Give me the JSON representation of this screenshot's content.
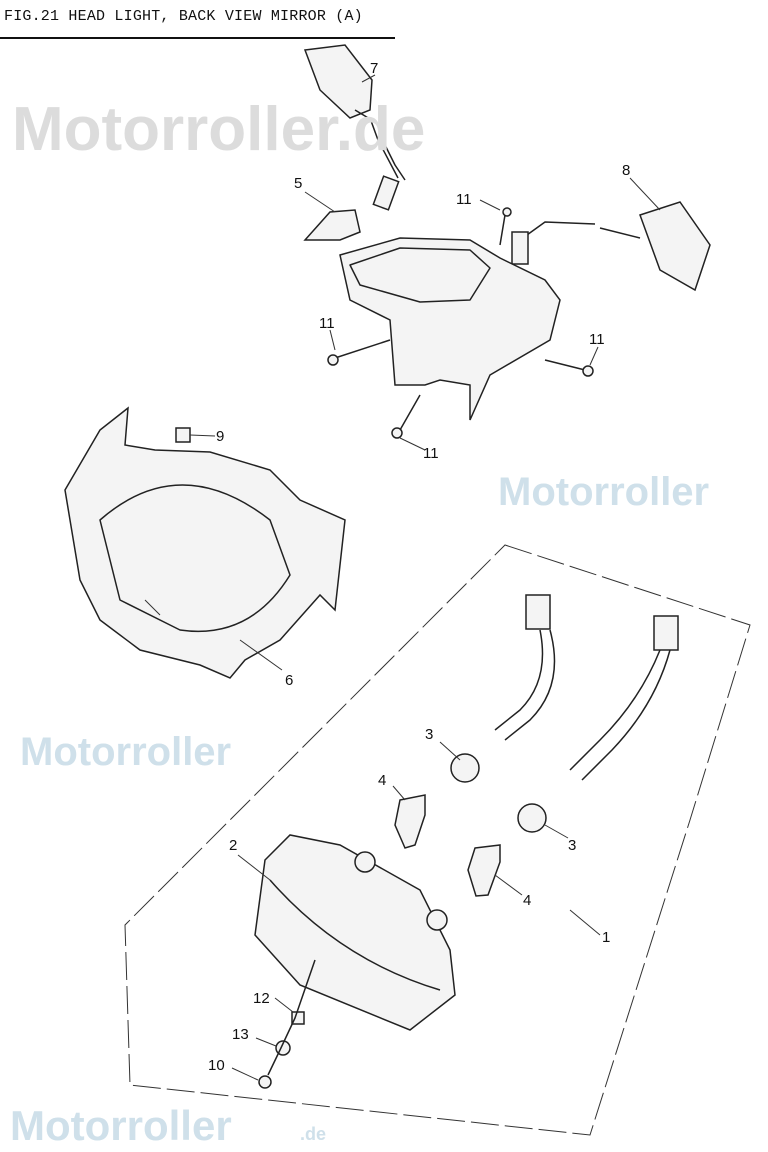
{
  "title": "FIG.21 HEAD LIGHT, BACK VIEW MIRROR (A)",
  "watermark": "Motorroller.de",
  "watermark_small": "Motorroller",
  "watermark_suffix": ".de",
  "callouts": [
    "7",
    "5",
    "11",
    "8",
    "11",
    "11",
    "9",
    "11",
    "6",
    "3",
    "4",
    "3",
    "2",
    "4",
    "1",
    "12",
    "13",
    "10"
  ]
}
